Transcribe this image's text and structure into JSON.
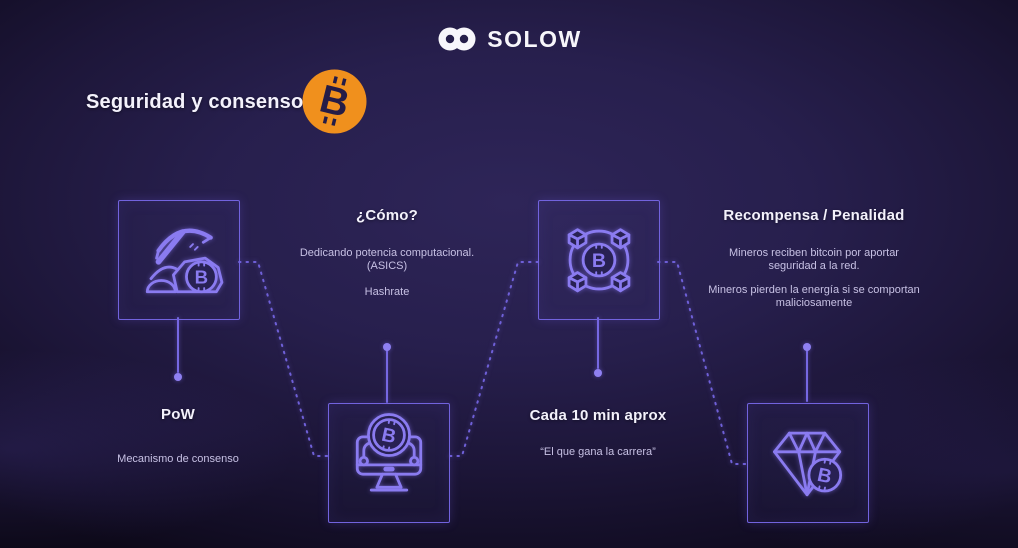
{
  "brand": {
    "name": "SOLOW",
    "logo_icon": "solow-logo-icon"
  },
  "page": {
    "title": "Seguridad y consenso",
    "title_badge_icon": "bitcoin-icon"
  },
  "colors": {
    "background_purple": "#251d4b",
    "accent_stroke": "#8a7bf0",
    "box_border": "#7263de",
    "bitcoin_orange": "#f0901d",
    "heading_text": "#f4f2fc",
    "body_text": "#c7c1e4"
  },
  "flow": {
    "mining_box": {
      "icon": "pickaxe-bitcoin-icon"
    },
    "how": {
      "heading": "¿Cómo?",
      "line1": "Dedicando potencia computacional.",
      "line2": "(ASICS)",
      "line3": "Hashrate"
    },
    "network_box": {
      "icon": "blockchain-bitcoin-icon"
    },
    "reward": {
      "heading": "Recompensa / Penalidad",
      "p1": "Mineros reciben bitcoin por aportar seguridad a la red.",
      "p2": "Mineros pierden la energía si se comportan maliciosamente"
    },
    "pow": {
      "label": "PoW",
      "sublabel": "Mecanismo de consenso"
    },
    "computer_box": {
      "icon": "computer-bitcoin-icon"
    },
    "cada": {
      "label": "Cada 10 min aprox",
      "sublabel": "“El que gana la carrera”"
    },
    "diamond_box": {
      "icon": "diamond-bitcoin-icon"
    }
  }
}
